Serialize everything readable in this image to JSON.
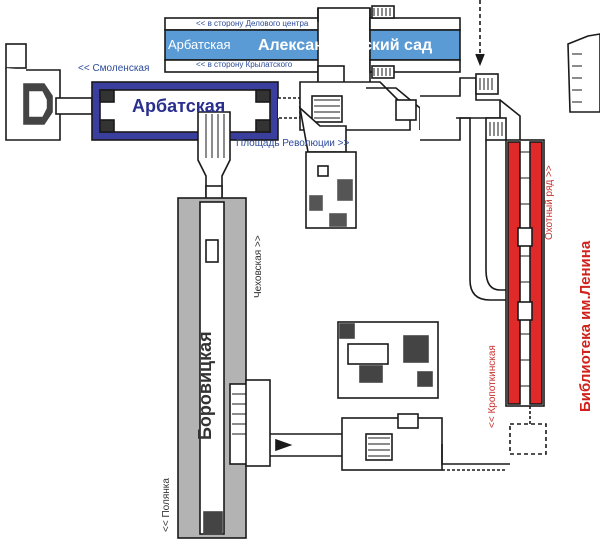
{
  "stations": {
    "arbatskaya": "Арбатская",
    "aleksandrovsky_label_left": "Арбатская",
    "aleksandrovsky": "Александровский сад",
    "borovitskaya": "Боровицкая",
    "biblioteka": "Библиотека им.Ленина"
  },
  "directions": {
    "delovoy": "<< в сторону Делового центра",
    "krylatskoe": "<< в сторону Крылатского",
    "smolenskaya": "<< Смоленская",
    "ploschad": "Площадь Революции >>",
    "chekhovskaya": "Чеховская >>",
    "polyanka": "<< Полянка",
    "kropotkinskaya": "<< Кропоткинская",
    "okhotny": "Охотный ряд >>"
  },
  "colors": {
    "line_blue": "#3a3f9e",
    "line_lightblue": "#5b9bd5",
    "line_gray": "#b3b3b3",
    "line_red": "#e02a2a",
    "text_blue": "#2b4a9a",
    "text_red": "#c8302c"
  }
}
